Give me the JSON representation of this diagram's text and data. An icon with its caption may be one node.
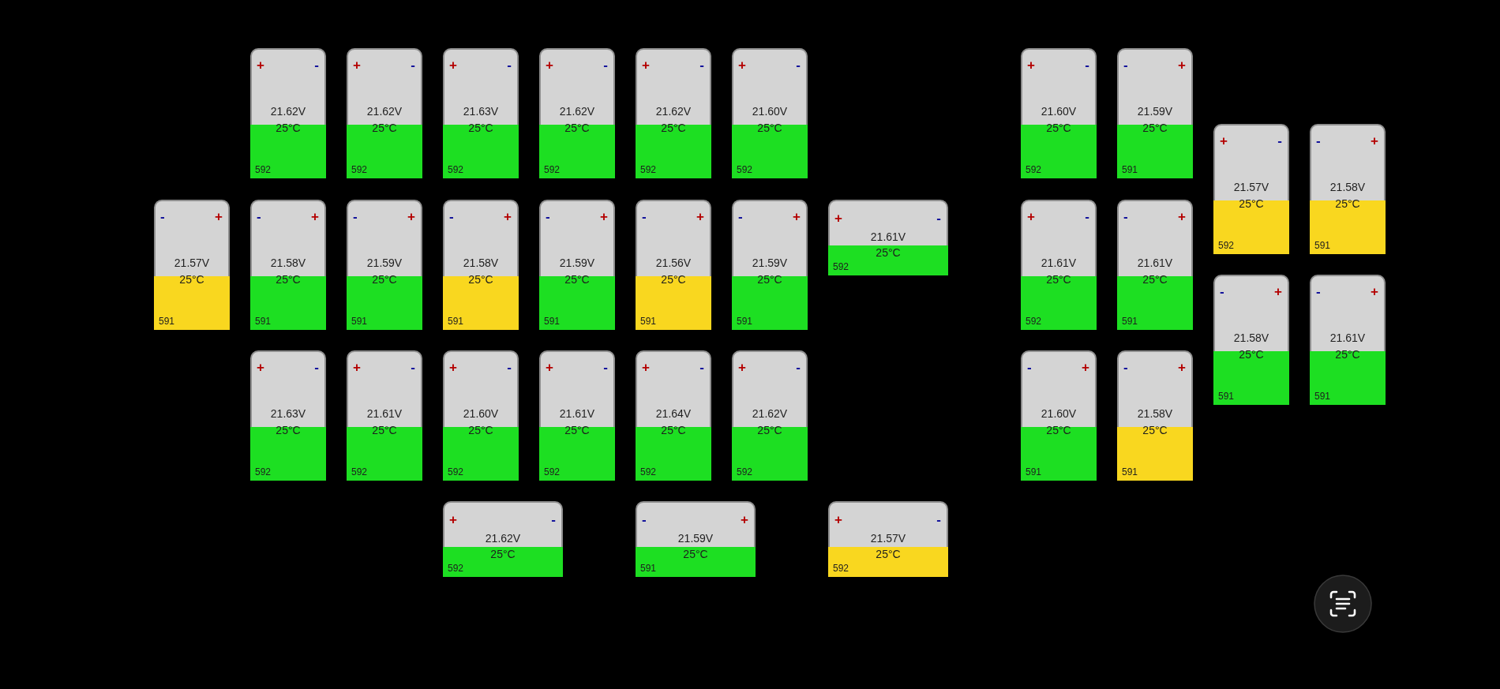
{
  "diagram": {
    "nodes": [
      {
        "text": [
          "+",
          "-",
          "21.62V",
          "25°C",
          "592"
        ]
      },
      {
        "text": [
          "+",
          "-",
          "21.62V",
          "25°C",
          "592"
        ]
      },
      {
        "text": [
          "+",
          "-",
          "21.63V",
          "25°C",
          "592"
        ]
      },
      {
        "text": [
          "+",
          "-",
          "21.62V",
          "25°C",
          "592"
        ]
      },
      {
        "text": [
          "+",
          "-",
          "21.62V",
          "25°C",
          "592"
        ]
      },
      {
        "text": [
          "+",
          "-",
          "21.60V",
          "25°C",
          "592"
        ]
      },
      {
        "text": [
          "+",
          "-",
          "21.60V",
          "25°C",
          "592"
        ]
      },
      {
        "text": [
          "-",
          "+",
          "21.59V",
          "25°C",
          "591"
        ]
      },
      {
        "text": [
          "+",
          "-",
          "21.57V",
          "25°C",
          "592"
        ]
      },
      {
        "text": [
          "-",
          "+",
          "21.58V",
          "25°C",
          "591"
        ]
      },
      {
        "text": [
          "-",
          "+",
          "21.57V",
          "25°C",
          "591"
        ]
      },
      {
        "text": [
          "-",
          "+",
          "21.58V",
          "25°C",
          "591"
        ]
      },
      {
        "text": [
          "-",
          "+",
          "21.59V",
          "25°C",
          "591"
        ]
      },
      {
        "text": [
          "-",
          "+",
          "21.58V",
          "25°C",
          "591"
        ]
      },
      {
        "text": [
          "-",
          "+",
          "21.59V",
          "25°C",
          "591"
        ]
      },
      {
        "text": [
          "-",
          "+",
          "21.56V",
          "25°C",
          "591"
        ]
      },
      {
        "text": [
          "-",
          "+",
          "21.59V",
          "25°C",
          "591"
        ]
      },
      {
        "text": [
          "+",
          "-",
          "21.61V",
          "25°C",
          "592"
        ]
      },
      {
        "text": [
          "+",
          "-",
          "21.61V",
          "25°C",
          "592"
        ]
      },
      {
        "text": [
          "-",
          "+",
          "21.61V",
          "25°C",
          "591"
        ]
      },
      {
        "text": [
          "-",
          "+",
          "21.58V",
          "25°C",
          "591"
        ]
      },
      {
        "text": [
          "-",
          "+",
          "21.61V",
          "25°C",
          "591"
        ]
      },
      {
        "text": [
          "+",
          "-",
          "21.63V",
          "25°C",
          "592"
        ]
      },
      {
        "text": [
          "+",
          "-",
          "21.61V",
          "25°C",
          "592"
        ]
      },
      {
        "text": [
          "+",
          "-",
          "21.60V",
          "25°C",
          "592"
        ]
      },
      {
        "text": [
          "+",
          "-",
          "21.61V",
          "25°C",
          "592"
        ]
      },
      {
        "text": [
          "+",
          "-",
          "21.64V",
          "25°C",
          "592"
        ]
      },
      {
        "text": [
          "+",
          "-",
          "21.62V",
          "25°C",
          "592"
        ]
      },
      {
        "text": [
          "-",
          "+",
          "21.60V",
          "25°C",
          "591"
        ]
      },
      {
        "text": [
          "-",
          "+",
          "21.58V",
          "25°C",
          "591"
        ]
      },
      {
        "text": [
          "+",
          "-",
          "21.62V",
          "25°C",
          "592"
        ]
      },
      {
        "text": [
          "-",
          "+",
          "21.59V",
          "25°C",
          "591"
        ]
      },
      {
        "text": [
          "+",
          "-",
          "21.57V",
          "25°C",
          "592"
        ]
      }
    ]
  }
}
